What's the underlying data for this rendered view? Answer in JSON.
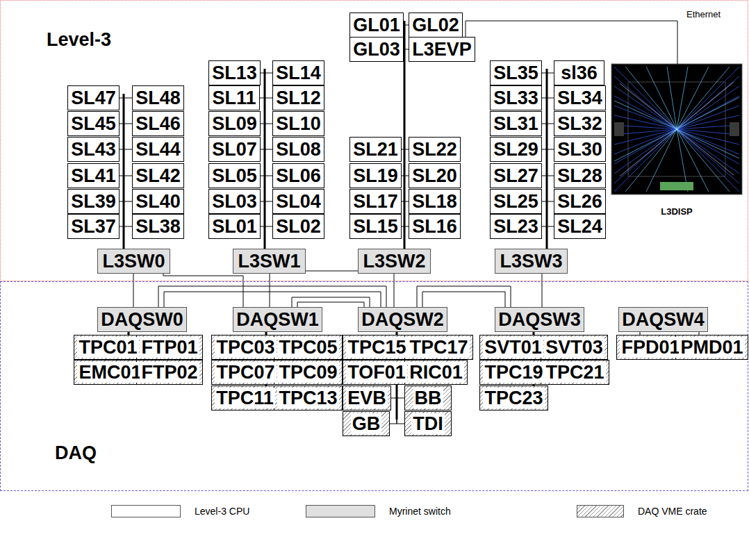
{
  "diagram": {
    "nodes": [
      {
        "text": [
          "Level-3"
        ]
      },
      {
        "text": [
          "GL01"
        ],
        "in": 0
      },
      {
        "text": [
          "GL02"
        ],
        "in": 0
      },
      {
        "text": [
          "GL03"
        ],
        "in": 0
      },
      {
        "text": [
          "L3EVP"
        ],
        "in": 0
      },
      {
        "text": [
          "SL47"
        ],
        "in": 0
      },
      {
        "text": [
          "SL48"
        ],
        "in": 0
      },
      {
        "text": [
          "SL45"
        ],
        "in": 0
      },
      {
        "text": [
          "SL46"
        ],
        "in": 0
      },
      {
        "text": [
          "SL43"
        ],
        "in": 0
      },
      {
        "text": [
          "SL44"
        ],
        "in": 0
      },
      {
        "text": [
          "SL41"
        ],
        "in": 0
      },
      {
        "text": [
          "SL42"
        ],
        "in": 0
      },
      {
        "text": [
          "SL39"
        ],
        "in": 0
      },
      {
        "text": [
          "SL40"
        ],
        "in": 0
      },
      {
        "text": [
          "SL37"
        ],
        "in": 0
      },
      {
        "text": [
          "SL38"
        ],
        "in": 0
      },
      {
        "text": [
          "SL13"
        ],
        "in": 0
      },
      {
        "text": [
          "SL14"
        ],
        "in": 0
      },
      {
        "text": [
          "SL11"
        ],
        "in": 0
      },
      {
        "text": [
          "SL12"
        ],
        "in": 0
      },
      {
        "text": [
          "SL09"
        ],
        "in": 0
      },
      {
        "text": [
          "SL10"
        ],
        "in": 0
      },
      {
        "text": [
          "SL07"
        ],
        "in": 0
      },
      {
        "text": [
          "SL08"
        ],
        "in": 0
      },
      {
        "text": [
          "SL05"
        ],
        "in": 0
      },
      {
        "text": [
          "SL06"
        ],
        "in": 0
      },
      {
        "text": [
          "SL03"
        ],
        "in": 0
      },
      {
        "text": [
          "SL04"
        ],
        "in": 0
      },
      {
        "text": [
          "SL01"
        ],
        "in": 0
      },
      {
        "text": [
          "SL02"
        ],
        "in": 0
      },
      {
        "text": [
          "SL21"
        ],
        "in": 0
      },
      {
        "text": [
          "SL22"
        ],
        "in": 0
      },
      {
        "text": [
          "SL19"
        ],
        "in": 0
      },
      {
        "text": [
          "SL20"
        ],
        "in": 0
      },
      {
        "text": [
          "SL17"
        ],
        "in": 0
      },
      {
        "text": [
          "SL18"
        ],
        "in": 0
      },
      {
        "text": [
          "SL15"
        ],
        "in": 0
      },
      {
        "text": [
          "SL16"
        ],
        "in": 0
      },
      {
        "text": [
          "SL35"
        ],
        "in": 0
      },
      {
        "text": [
          "sl36"
        ],
        "in": 0
      },
      {
        "text": [
          "SL33"
        ],
        "in": 0
      },
      {
        "text": [
          "SL34"
        ],
        "in": 0
      },
      {
        "text": [
          "SL31"
        ],
        "in": 0
      },
      {
        "text": [
          "SL32"
        ],
        "in": 0
      },
      {
        "text": [
          "SL29"
        ],
        "in": 0
      },
      {
        "text": [
          "SL30"
        ],
        "in": 0
      },
      {
        "text": [
          "SL27"
        ],
        "in": 0
      },
      {
        "text": [
          "SL28"
        ],
        "in": 0
      },
      {
        "text": [
          "SL25"
        ],
        "in": 0
      },
      {
        "text": [
          "SL26"
        ],
        "in": 0
      },
      {
        "text": [
          "SL23"
        ],
        "in": 0
      },
      {
        "text": [
          "SL24"
        ],
        "in": 0
      },
      {
        "text": [
          "L3DISP"
        ],
        "in": 0
      },
      {
        "text": [
          "L3SW0"
        ],
        "in": 0
      },
      {
        "text": [
          "L3SW1"
        ],
        "in": 0
      },
      {
        "text": [
          "L3SW2"
        ],
        "in": 0
      },
      {
        "text": [
          "L3SW3"
        ],
        "in": 0
      },
      {
        "text": [
          "DAQ"
        ]
      },
      {
        "text": [
          "DAQSW0"
        ],
        "in": 58
      },
      {
        "text": [
          "DAQSW1"
        ],
        "in": 58
      },
      {
        "text": [
          "DAQSW2"
        ],
        "in": 58
      },
      {
        "text": [
          "DAQSW3"
        ],
        "in": 58
      },
      {
        "text": [
          "DAQSW4"
        ],
        "in": 58
      },
      {
        "text": [
          "TPC01"
        ],
        "in": 58
      },
      {
        "text": [
          "FTP01"
        ],
        "in": 58
      },
      {
        "text": [
          "EMC01"
        ],
        "in": 58
      },
      {
        "text": [
          "FTP02"
        ],
        "in": 58
      },
      {
        "text": [
          "TPC03"
        ],
        "in": 58
      },
      {
        "text": [
          "TPC05"
        ],
        "in": 58
      },
      {
        "text": [
          "TPC07"
        ],
        "in": 58
      },
      {
        "text": [
          "TPC09"
        ],
        "in": 58
      },
      {
        "text": [
          "TPC11"
        ],
        "in": 58
      },
      {
        "text": [
          "TPC13"
        ],
        "in": 58
      },
      {
        "text": [
          "TPC15"
        ],
        "in": 58
      },
      {
        "text": [
          "TPC17"
        ],
        "in": 58
      },
      {
        "text": [
          "TOF01"
        ],
        "in": 58
      },
      {
        "text": [
          "RIC01"
        ],
        "in": 58
      },
      {
        "text": [
          "EVB"
        ],
        "in": 58
      },
      {
        "text": [
          "BB"
        ],
        "in": 58
      },
      {
        "text": [
          "GB"
        ],
        "in": 58
      },
      {
        "text": [
          "TDI"
        ],
        "in": 58
      },
      {
        "text": [
          "SVT01"
        ],
        "in": 58
      },
      {
        "text": [
          "SVT03"
        ],
        "in": 58
      },
      {
        "text": [
          "TPC19"
        ],
        "in": 58
      },
      {
        "text": [
          "TPC21"
        ],
        "in": 58
      },
      {
        "text": [
          "TPC23"
        ],
        "in": 58
      },
      {
        "text": [
          "FPD01"
        ],
        "in": 58
      },
      {
        "text": [
          "PMD01"
        ],
        "in": 58
      }
    ],
    "edges": [
      {
        "from": 1,
        "to": 56,
        "arrow": "none"
      },
      {
        "from": 2,
        "to": 56,
        "arrow": "none"
      },
      {
        "from": 3,
        "to": 56,
        "arrow": "none"
      },
      {
        "from": 4,
        "to": 56,
        "arrow": "none"
      },
      {
        "from": 5,
        "to": 54,
        "arrow": "none"
      },
      {
        "from": 6,
        "to": 54,
        "arrow": "none"
      },
      {
        "from": 7,
        "to": 54,
        "arrow": "none"
      },
      {
        "from": 8,
        "to": 54,
        "arrow": "none"
      },
      {
        "from": 9,
        "to": 54,
        "arrow": "none"
      },
      {
        "from": 10,
        "to": 54,
        "arrow": "none"
      },
      {
        "from": 11,
        "to": 54,
        "arrow": "none"
      },
      {
        "from": 12,
        "to": 54,
        "arrow": "none"
      },
      {
        "from": 13,
        "to": 54,
        "arrow": "none"
      },
      {
        "from": 14,
        "to": 54,
        "arrow": "none"
      },
      {
        "from": 15,
        "to": 54,
        "arrow": "none"
      },
      {
        "from": 16,
        "to": 54,
        "arrow": "none"
      },
      {
        "from": 17,
        "to": 55,
        "arrow": "none"
      },
      {
        "from": 18,
        "to": 55,
        "arrow": "none"
      },
      {
        "from": 19,
        "to": 55,
        "arrow": "none"
      },
      {
        "from": 20,
        "to": 55,
        "arrow": "none"
      },
      {
        "from": 21,
        "to": 55,
        "arrow": "none"
      },
      {
        "from": 22,
        "to": 55,
        "arrow": "none"
      },
      {
        "from": 23,
        "to": 55,
        "arrow": "none"
      },
      {
        "from": 24,
        "to": 55,
        "arrow": "none"
      },
      {
        "from": 25,
        "to": 55,
        "arrow": "none"
      },
      {
        "from": 26,
        "to": 55,
        "arrow": "none"
      },
      {
        "from": 27,
        "to": 55,
        "arrow": "none"
      },
      {
        "from": 28,
        "to": 55,
        "arrow": "none"
      },
      {
        "from": 29,
        "to": 55,
        "arrow": "none"
      },
      {
        "from": 30,
        "to": 55,
        "arrow": "none"
      },
      {
        "from": 31,
        "to": 56,
        "arrow": "none"
      },
      {
        "from": 32,
        "to": 56,
        "arrow": "none"
      },
      {
        "from": 33,
        "to": 56,
        "arrow": "none"
      },
      {
        "from": 34,
        "to": 56,
        "arrow": "none"
      },
      {
        "from": 35,
        "to": 56,
        "arrow": "none"
      },
      {
        "from": 36,
        "to": 56,
        "arrow": "none"
      },
      {
        "from": 37,
        "to": 56,
        "arrow": "none"
      },
      {
        "from": 38,
        "to": 56,
        "arrow": "none"
      },
      {
        "from": 39,
        "to": 57,
        "arrow": "none"
      },
      {
        "from": 40,
        "to": 57,
        "arrow": "none"
      },
      {
        "from": 41,
        "to": 57,
        "arrow": "none"
      },
      {
        "from": 42,
        "to": 57,
        "arrow": "none"
      },
      {
        "from": 43,
        "to": 57,
        "arrow": "none"
      },
      {
        "from": 44,
        "to": 57,
        "arrow": "none"
      },
      {
        "from": 45,
        "to": 57,
        "arrow": "none"
      },
      {
        "from": 46,
        "to": 57,
        "arrow": "none"
      },
      {
        "from": 47,
        "to": 57,
        "arrow": "none"
      },
      {
        "from": 48,
        "to": 57,
        "arrow": "none"
      },
      {
        "from": 49,
        "to": 57,
        "arrow": "none"
      },
      {
        "from": 50,
        "to": 57,
        "arrow": "none"
      },
      {
        "from": 51,
        "to": 57,
        "arrow": "none"
      },
      {
        "from": 52,
        "to": 57,
        "arrow": "none"
      },
      {
        "from": 4,
        "to": 53,
        "arrow": "none",
        "label": "Ethernet"
      },
      {
        "from": 54,
        "to": 59,
        "arrow": "none"
      },
      {
        "from": 54,
        "to": 60,
        "arrow": "none"
      },
      {
        "from": 55,
        "to": 60,
        "arrow": "none"
      },
      {
        "from": 55,
        "to": 56,
        "arrow": "none"
      },
      {
        "from": 56,
        "to": 61,
        "arrow": "none"
      },
      {
        "from": 57,
        "to": 62,
        "arrow": "none"
      },
      {
        "from": 59,
        "to": 61,
        "arrow": "none"
      },
      {
        "from": 59,
        "to": 61,
        "arrow": "none"
      },
      {
        "from": 60,
        "to": 61,
        "arrow": "none"
      },
      {
        "from": 60,
        "to": 61,
        "arrow": "none"
      },
      {
        "from": 61,
        "to": 62,
        "arrow": "none"
      },
      {
        "from": 61,
        "to": 62,
        "arrow": "none"
      },
      {
        "from": 64,
        "to": 59,
        "arrow": "none"
      },
      {
        "from": 65,
        "to": 59,
        "arrow": "none"
      },
      {
        "from": 66,
        "to": 59,
        "arrow": "none"
      },
      {
        "from": 67,
        "to": 59,
        "arrow": "none"
      },
      {
        "from": 68,
        "to": 60,
        "arrow": "none"
      },
      {
        "from": 69,
        "to": 60,
        "arrow": "none"
      },
      {
        "from": 70,
        "to": 60,
        "arrow": "none"
      },
      {
        "from": 71,
        "to": 60,
        "arrow": "none"
      },
      {
        "from": 72,
        "to": 60,
        "arrow": "none"
      },
      {
        "from": 73,
        "to": 60,
        "arrow": "none"
      },
      {
        "from": 74,
        "to": 61,
        "arrow": "none"
      },
      {
        "from": 75,
        "to": 61,
        "arrow": "none"
      },
      {
        "from": 76,
        "to": 61,
        "arrow": "none"
      },
      {
        "from": 77,
        "to": 61,
        "arrow": "none"
      },
      {
        "from": 78,
        "to": 61,
        "arrow": "none"
      },
      {
        "from": 79,
        "to": 61,
        "arrow": "none"
      },
      {
        "from": 80,
        "to": 61,
        "arrow": "none"
      },
      {
        "from": 81,
        "to": 61,
        "arrow": "none"
      },
      {
        "from": 82,
        "to": 62,
        "arrow": "none"
      },
      {
        "from": 83,
        "to": 62,
        "arrow": "none"
      },
      {
        "from": 84,
        "to": 62,
        "arrow": "none"
      },
      {
        "from": 85,
        "to": 62,
        "arrow": "none"
      },
      {
        "from": 86,
        "to": 62,
        "arrow": "none"
      },
      {
        "from": 87,
        "to": 63,
        "arrow": "none"
      },
      {
        "from": 88,
        "to": 63,
        "arrow": "none"
      }
    ],
    "legend": [
      {
        "text": "Level-3 CPU",
        "color": "#ffffff"
      },
      {
        "text": "Myrinet switch",
        "color": "#e0e0e0"
      },
      {
        "text": "DAQ VME crate"
      }
    ]
  }
}
